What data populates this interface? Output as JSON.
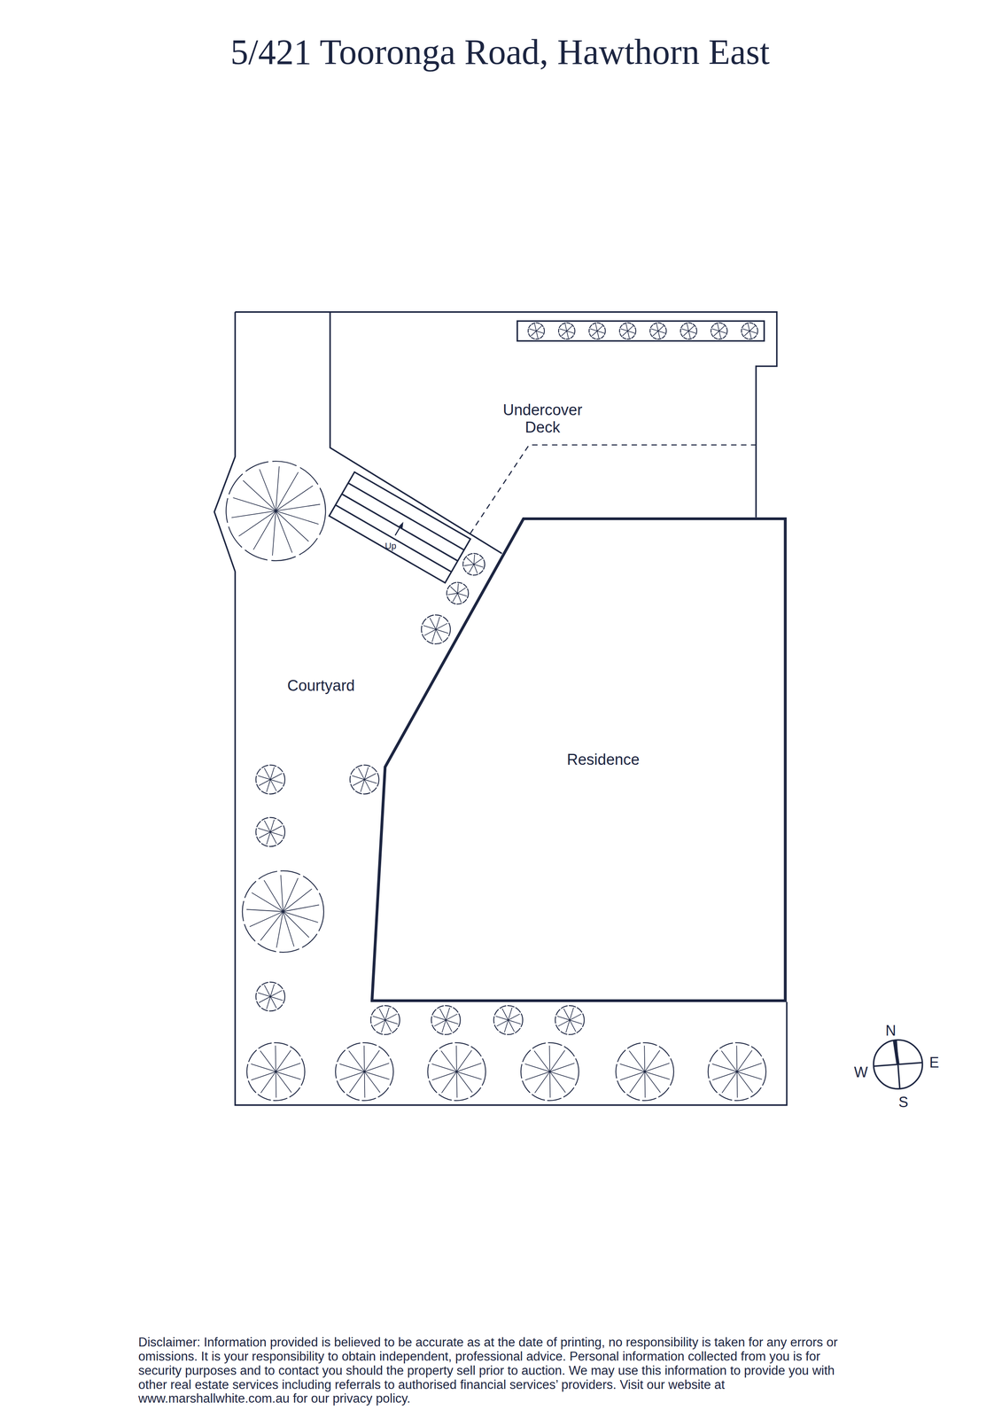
{
  "diagram": {
    "title": "5/421 Tooronga Road, Hawthorn East",
    "caption": "Disclaimer: Information provided is believed to be accurate as at the date of printing, no responsibility is taken for any errors or omissions. It is your responsibility to obtain independent, professional advice. Personal information collected from you is for security purposes and to contact you should the property sell prior to auction. We may use this information to provide you with other real estate services including referrals to authorised financial services’ providers. Visit our website at www.marshallwhite.com.au for our privacy policy.",
    "nodes": [
      {
        "text": [
          "Residence"
        ]
      }
    ],
    "labels": [
      "Undercover Deck",
      "Up",
      "Courtyard",
      "N",
      "E",
      "S",
      "W"
    ]
  }
}
